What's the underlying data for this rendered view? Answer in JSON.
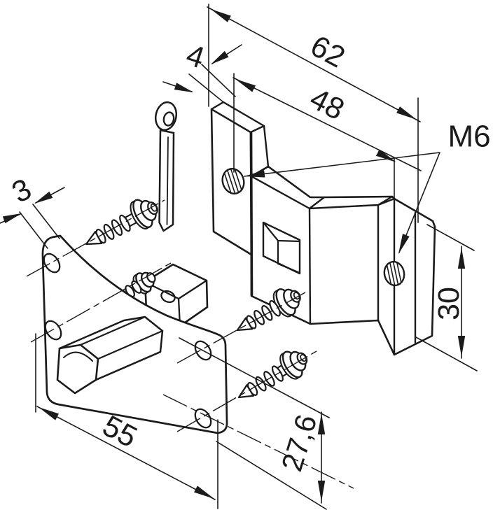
{
  "diagram": {
    "background_color": "#ffffff",
    "line_color": "#1b1b1b",
    "dimensions": {
      "overall_width": {
        "label": "62"
      },
      "hole_spacing": {
        "label": "48"
      },
      "bracket_plate_thickness": {
        "label": "4"
      },
      "plate_thickness": {
        "label": "3"
      },
      "thread_size": {
        "label": "M6"
      },
      "flange_height": {
        "label": "30"
      },
      "plate_width": {
        "label": "55"
      },
      "lower_hole_offset": {
        "label": "27,6"
      }
    }
  }
}
